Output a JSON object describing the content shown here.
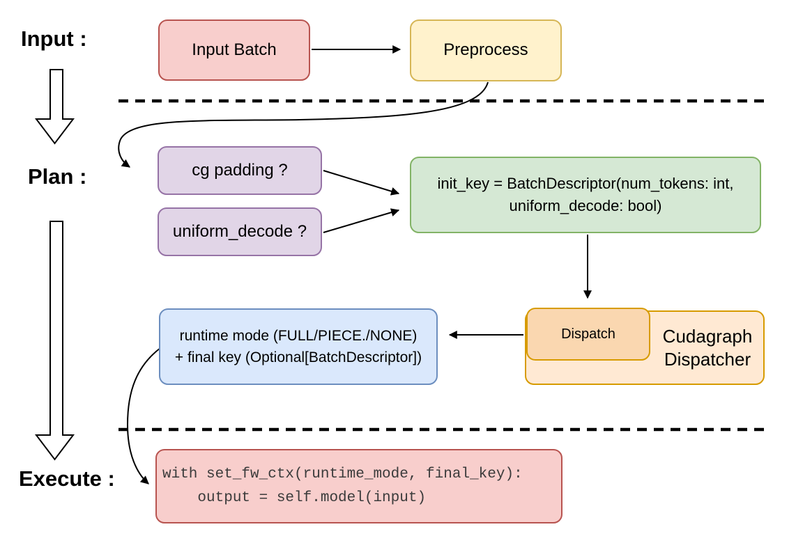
{
  "stage_labels": {
    "input": "Input :",
    "plan": "Plan :",
    "execute": "Execute :"
  },
  "nodes": {
    "input_batch": {
      "label": "Input Batch"
    },
    "preprocess": {
      "label": "Preprocess"
    },
    "cg_padding": {
      "label": "cg padding ?"
    },
    "uniform_decode": {
      "label": "uniform_decode ?"
    },
    "init_key": {
      "line1": "init_key = BatchDescriptor(num_tokens: int,",
      "line2": "uniform_decode: bool)"
    },
    "dispatch": {
      "label": "Dispatch"
    },
    "cudagraph_dispatcher": {
      "line1": "Cudagraph",
      "line2": "Dispatcher"
    },
    "runtime_result": {
      "line1": "runtime mode (FULL/PIECE./NONE)",
      "line2": "+ final key (Optional[BatchDescriptor])"
    },
    "execute_code": {
      "line1": "with set_fw_ctx(runtime_mode, final_key):",
      "line2": "    output = self.model(input)"
    }
  },
  "colors": {
    "red_fill": "#f8cecc",
    "red_stroke": "#b85450",
    "yellow_fill": "#fff2cc",
    "yellow_stroke": "#d6b656",
    "purple_fill": "#e1d5e7",
    "purple_stroke": "#9673a6",
    "green_fill": "#d5e8d4",
    "green_stroke": "#82b366",
    "blue_fill": "#dae8fc",
    "blue_stroke": "#6c8ebf",
    "orange_outer_fill": "#ffe9d3",
    "orange_inner_fill": "#fad7b0",
    "orange_stroke": "#d79b00",
    "connector": "#000000",
    "background": "#ffffff"
  }
}
